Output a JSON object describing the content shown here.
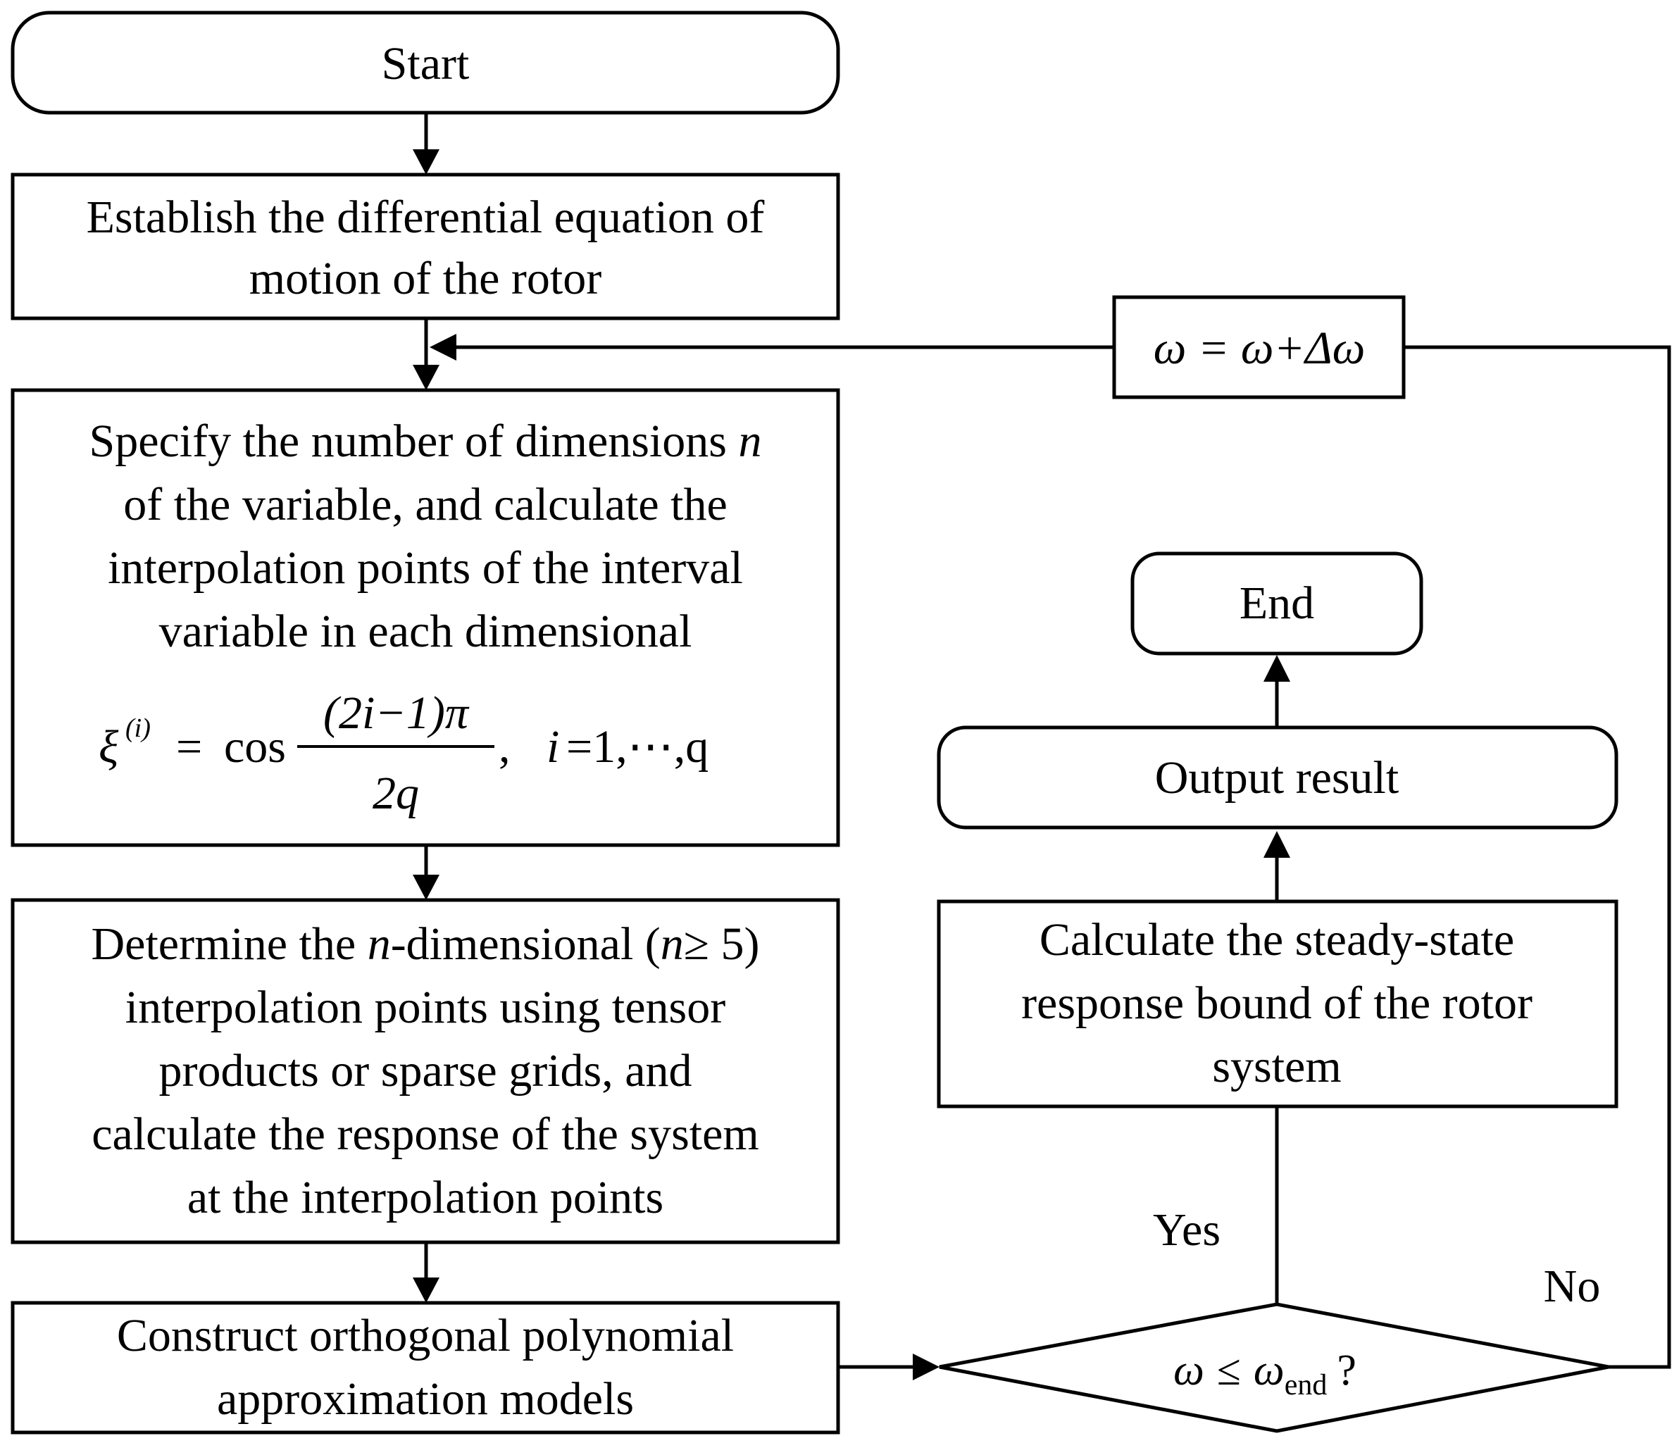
{
  "nodes": {
    "start": {
      "label": "Start"
    },
    "establish": {
      "lines": [
        "Establish the differential equation of",
        "motion of the rotor"
      ]
    },
    "specify": {
      "lines": [
        "of the variable, and calculate the",
        "interpolation points of the interval",
        "variable in each dimensional"
      ],
      "line1_text": "Specify the number of dimensions ",
      "line1_var": "n",
      "formula": {
        "lhs_symbol": "ξ",
        "lhs_superscript": "(i)",
        "equals": "=",
        "func": "cos",
        "numerator": "(2i−1)π",
        "denominator": "2q",
        "separator": ",",
        "index": "i",
        "range": "=1,⋯,q"
      }
    },
    "determine": {
      "line1_pre": "Determine the ",
      "line1_var": "n",
      "line1_mid": "-dimensional (",
      "line1_var2": "n",
      "line1_post": "≥ 5)",
      "lines": [
        "interpolation points using tensor",
        "products or sparse grids, and",
        "calculate the response of the system",
        "at the interpolation points"
      ]
    },
    "construct": {
      "lines": [
        "Construct orthogonal polynomial",
        "approximation models"
      ]
    },
    "decision": {
      "var": "ω",
      "op": "≤",
      "var2": "ω",
      "subscript": "end",
      "suffix": "?"
    },
    "increment": {
      "label": "ω = ω+Δω"
    },
    "calculate": {
      "lines": [
        "Calculate the steady-state",
        "response bound of the rotor",
        "system"
      ]
    },
    "output": {
      "label": "Output result"
    },
    "end": {
      "label": "End"
    }
  },
  "edge_labels": {
    "yes": "Yes",
    "no": "No"
  },
  "colors": {
    "stroke": "#000000",
    "background": "#ffffff"
  }
}
